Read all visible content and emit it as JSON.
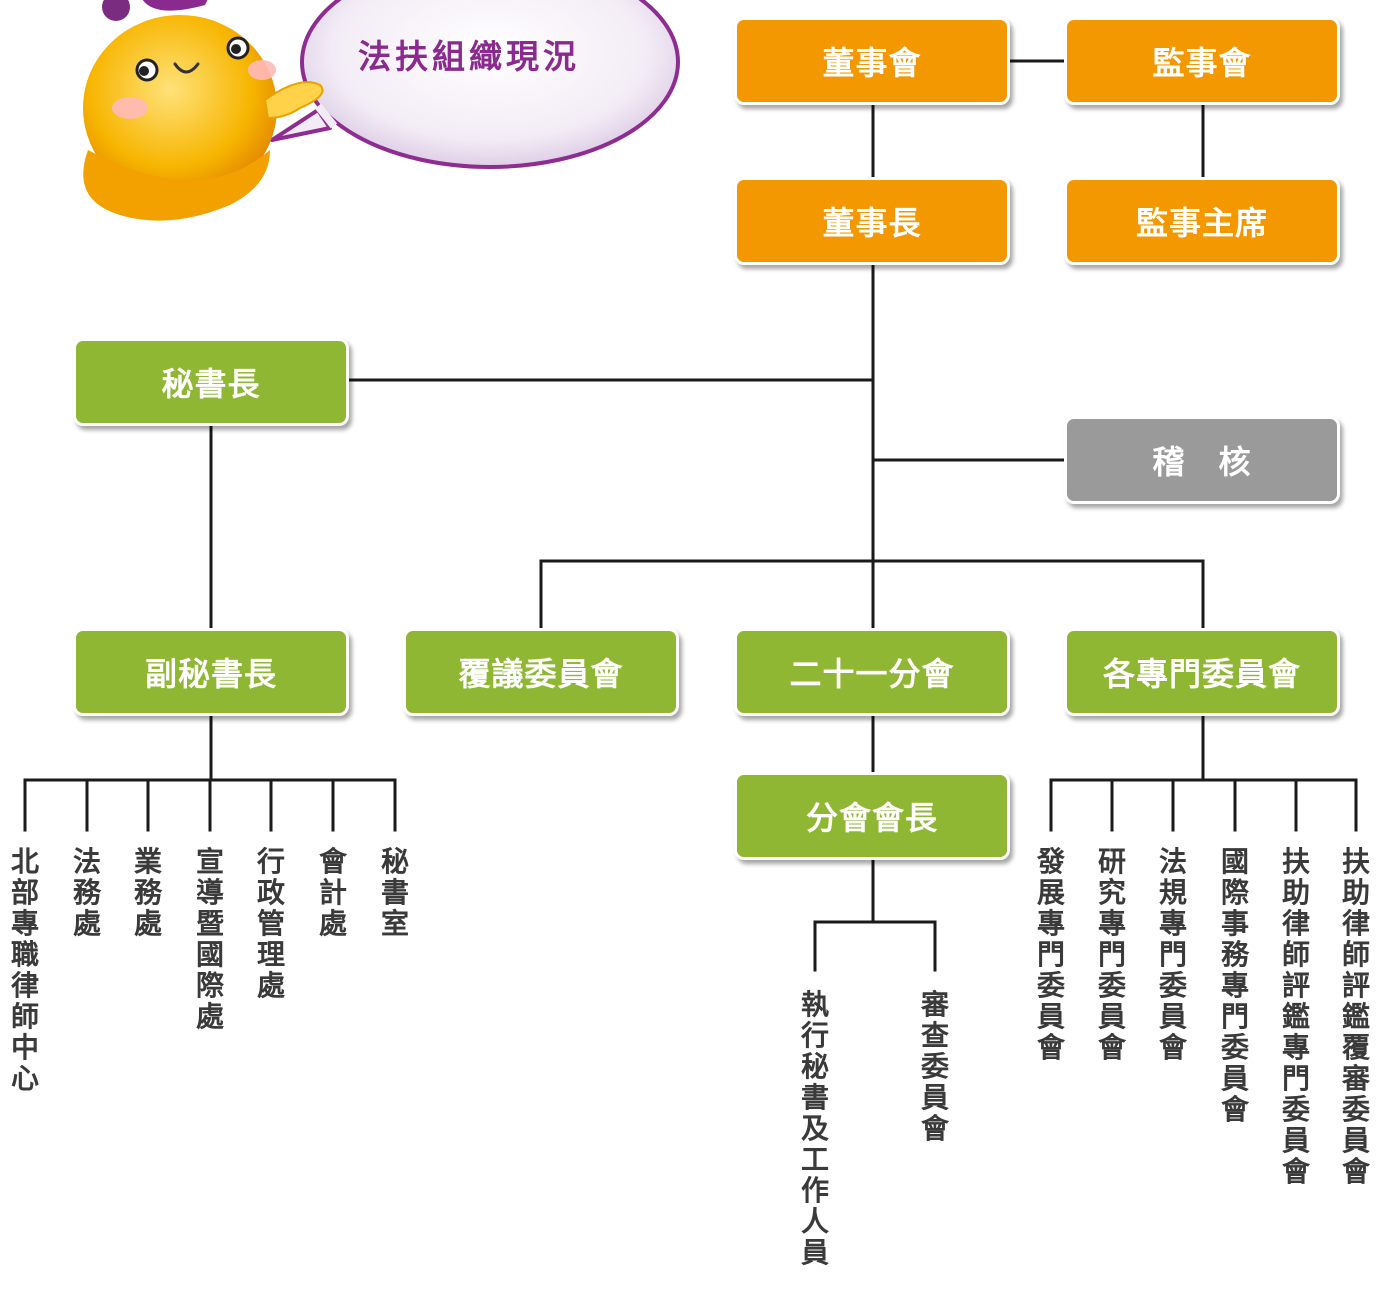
{
  "header": {
    "title": "法扶組織現況"
  },
  "colors": {
    "orange": "#f39800",
    "green": "#8fb733",
    "gray": "#9a9a9a",
    "line": "#1a1a1a",
    "title": "#8a2a8e"
  },
  "boxes": {
    "board": "董事會",
    "supervisors": "監事會",
    "chairman": "董事長",
    "supervisor_chair": "監事主席",
    "secretary_general": "秘書長",
    "audit": "稽　核",
    "deputy_secretary_general": "副秘書長",
    "review_committee": "覆議委員會",
    "branches": "二十一分會",
    "special_committees": "各專門委員會",
    "branch_director": "分會會長"
  },
  "deputy_units": [
    "北部專職律師中心",
    "法務處",
    "業務處",
    "宣導暨國際處",
    "行政管理處",
    "會計處",
    "秘書室"
  ],
  "branch_units": [
    "執行秘書及工作人員",
    "審查委員會"
  ],
  "committee_units": [
    "發展專門委員會",
    "研究專門委員會",
    "法規專門委員會",
    "國際事務專門委員會",
    "扶助律師評鑑專門委員會",
    "扶助律師評鑑覆審委員會"
  ]
}
